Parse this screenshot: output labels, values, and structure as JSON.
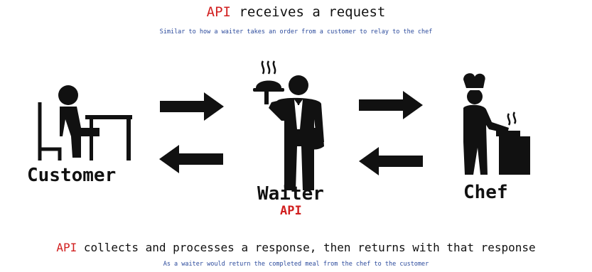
{
  "header": {
    "title_highlight": "API",
    "title_rest": " receives a request",
    "subtitle": "Similar to how a waiter takes an order from a customer to relay to the chef"
  },
  "nodes": {
    "customer": {
      "label": "Customer",
      "icon": "seated-person-icon"
    },
    "waiter": {
      "label": "Waiter",
      "sublabel": "API",
      "icon": "waiter-icon"
    },
    "chef": {
      "label": "Chef",
      "icon": "chef-icon"
    }
  },
  "arrows": [
    {
      "from": "customer",
      "to": "waiter",
      "icon": "arrow-right-icon"
    },
    {
      "from": "waiter",
      "to": "customer",
      "icon": "arrow-left-icon"
    },
    {
      "from": "waiter",
      "to": "chef",
      "icon": "arrow-right-icon"
    },
    {
      "from": "chef",
      "to": "waiter",
      "icon": "arrow-left-icon"
    }
  ],
  "footer": {
    "line_highlight": "API",
    "line_rest": " collects and processes a response, then returns with that response",
    "subline": "As a waiter would return the completed meal from the chef to the customer"
  },
  "colors": {
    "accent": "#d11f1f",
    "note": "#2b4a9c",
    "ink": "#111111"
  }
}
